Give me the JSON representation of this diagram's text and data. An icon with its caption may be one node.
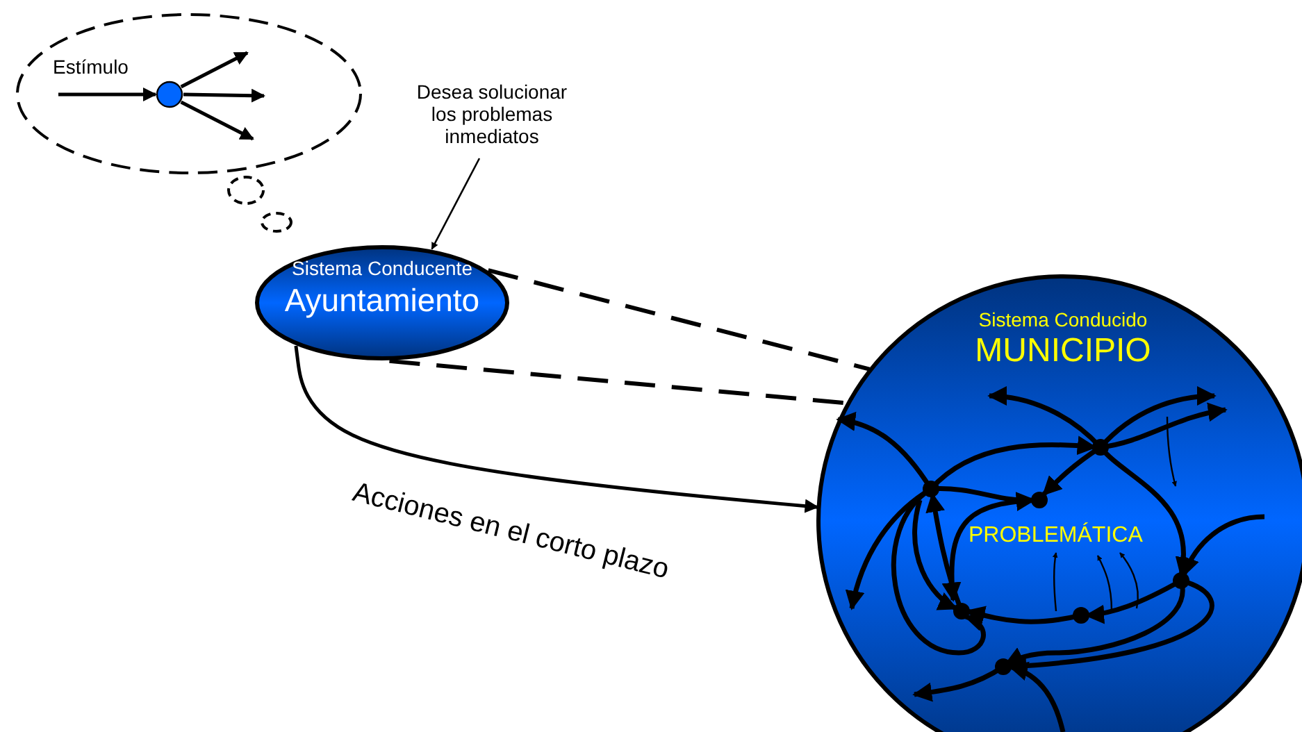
{
  "diagram": {
    "nodes": [
      {
        "text": [],
        "shape": "ellipse"
      },
      {
        "text": [],
        "shape": "circle",
        "in": 0
      },
      {
        "text": [],
        "shape": "ellipse"
      },
      {
        "text": [],
        "shape": "ellipse"
      },
      {
        "text": [
          "Sistema Conducente",
          "Ayuntamiento"
        ]
      },
      {
        "text": [
          "Desea solucionar los problemas inmediatos"
        ]
      },
      {
        "text": [
          "Sistema Conducido",
          "MUNICIPIO"
        ]
      }
    ],
    "edges": [
      {
        "from": null,
        "to": 1,
        "arrow": "to",
        "label": "Estímulo"
      },
      {
        "from": 1,
        "to": null,
        "arrow": "to"
      },
      {
        "from": 1,
        "to": null,
        "arrow": "to"
      },
      {
        "from": 1,
        "to": null,
        "arrow": "to"
      },
      {
        "from": 5,
        "to": 4,
        "arrow": "to"
      },
      {
        "from": 4,
        "to": 6,
        "arrow": "none",
        "style": "dashed"
      },
      {
        "from": 4,
        "to": 6,
        "arrow": "none",
        "style": "dashed"
      },
      {
        "from": 4,
        "to": 6,
        "arrow": "to",
        "label": "Acciones en el corto plazo"
      }
    ],
    "labels": [
      "PROBLEMÁTICA"
    ]
  }
}
